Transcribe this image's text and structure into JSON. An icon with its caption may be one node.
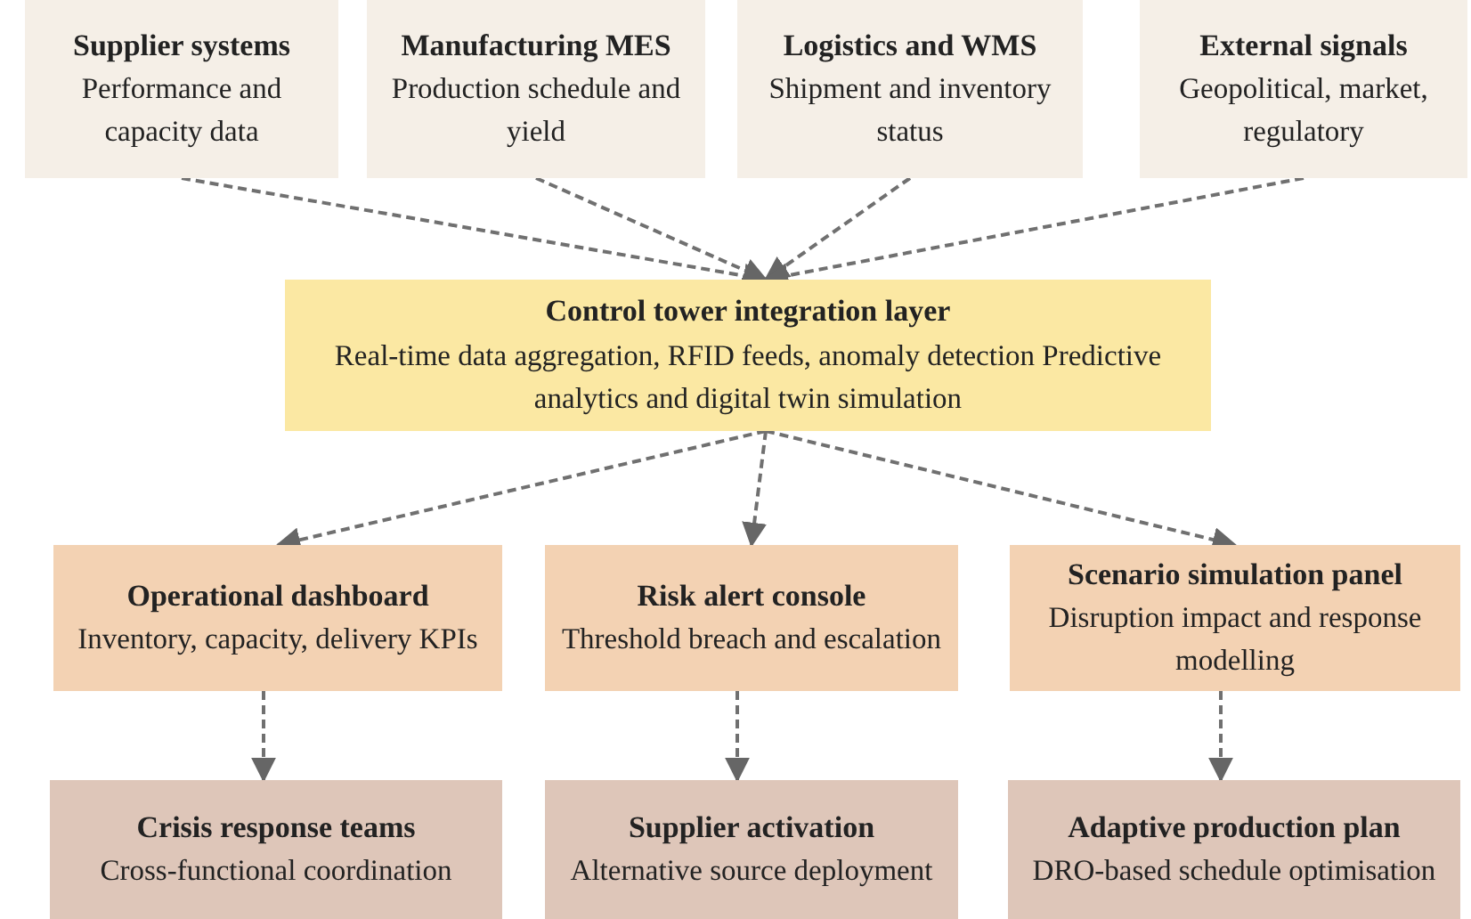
{
  "diagram": {
    "nodes": [
      {
        "text": [
          "Supplier systems",
          "Performance and capacity data"
        ]
      },
      {
        "text": [
          "Manufacturing MES",
          "Production schedule and yield"
        ]
      },
      {
        "text": [
          "Logistics and WMS",
          "Shipment and inventory status"
        ]
      },
      {
        "text": [
          "External signals",
          "Geopolitical, market, regulatory"
        ]
      },
      {
        "text": [
          "Control tower integration layer",
          "Real-time data aggregation, RFID feeds, anomaly detection Predictive analytics and digital twin simulation"
        ]
      },
      {
        "text": [
          "Operational dashboard",
          "Inventory, capacity, delivery KPIs"
        ]
      },
      {
        "text": [
          "Risk alert console",
          "Threshold breach and escalation"
        ]
      },
      {
        "text": [
          "Scenario simulation panel",
          "Disruption impact and response modelling"
        ]
      },
      {
        "text": [
          "Crisis response teams",
          "Cross-functional coordination"
        ]
      },
      {
        "text": [
          "Supplier activation",
          "Alternative source deployment"
        ]
      },
      {
        "text": [
          "Adaptive production plan",
          "DRO-based schedule optimisation"
        ]
      }
    ],
    "edges": [
      {
        "from": 0,
        "to": 4,
        "arrow": "to"
      },
      {
        "from": 1,
        "to": 4,
        "arrow": "to"
      },
      {
        "from": 2,
        "to": 4,
        "arrow": "to"
      },
      {
        "from": 3,
        "to": 4,
        "arrow": "to"
      },
      {
        "from": 4,
        "to": 5,
        "arrow": "to"
      },
      {
        "from": 4,
        "to": 6,
        "arrow": "to"
      },
      {
        "from": 4,
        "to": 7,
        "arrow": "to"
      },
      {
        "from": 5,
        "to": 8,
        "arrow": "to"
      },
      {
        "from": 6,
        "to": 9,
        "arrow": "to"
      },
      {
        "from": 7,
        "to": 10,
        "arrow": "to"
      }
    ]
  }
}
